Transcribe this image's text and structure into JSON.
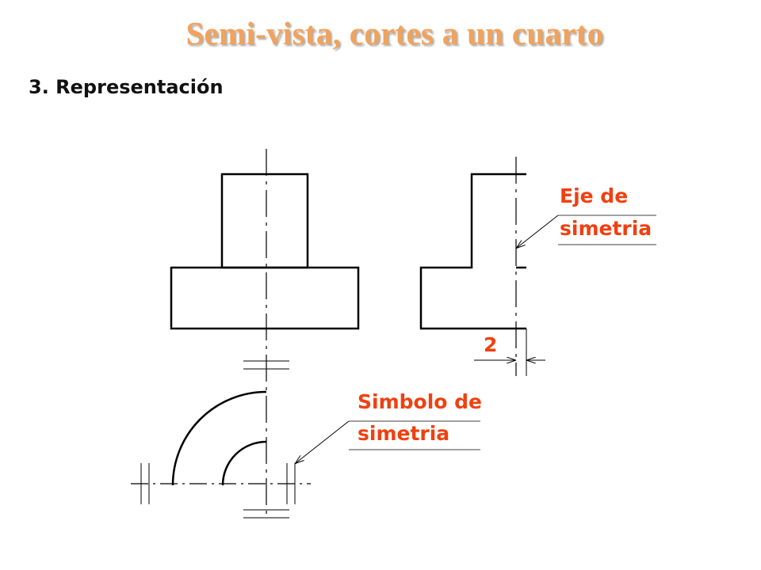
{
  "title": "Semi-vista, cortes a un cuarto",
  "heading": "3. Representación",
  "annotations": {
    "axis_label_line1": "Eje de",
    "axis_label_line2": "simetria",
    "symbol_label_line1": "Simbolo de",
    "symbol_label_line2": "simetria",
    "dimension_value": "2"
  },
  "colors": {
    "title": "#f2a25a",
    "annotation": "#f04010",
    "line": "#000000"
  }
}
